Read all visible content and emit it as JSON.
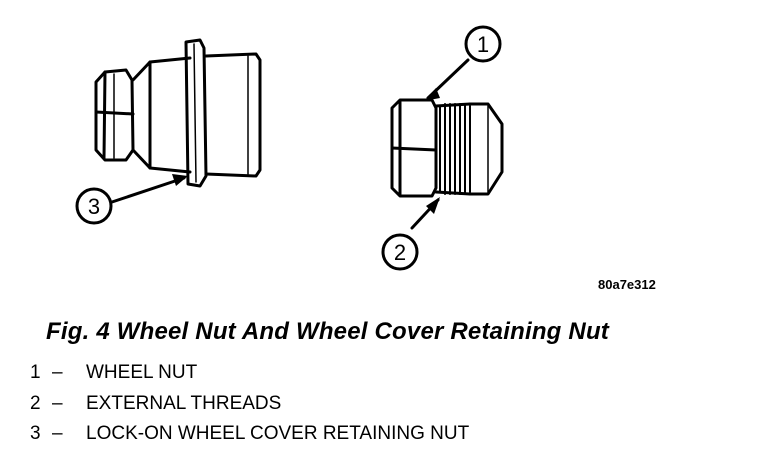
{
  "figure_code": "80a7e312",
  "caption": "Fig. 4 Wheel Nut And Wheel Cover Retaining Nut",
  "callouts": {
    "c1": "1",
    "c2": "2",
    "c3": "3"
  },
  "legend": [
    {
      "num": "1",
      "dash": "–",
      "text": "WHEEL NUT"
    },
    {
      "num": "2",
      "dash": "–",
      "text": "EXTERNAL THREADS"
    },
    {
      "num": "3",
      "dash": "–",
      "text": "LOCK-ON WHEEL COVER RETAINING NUT"
    }
  ]
}
